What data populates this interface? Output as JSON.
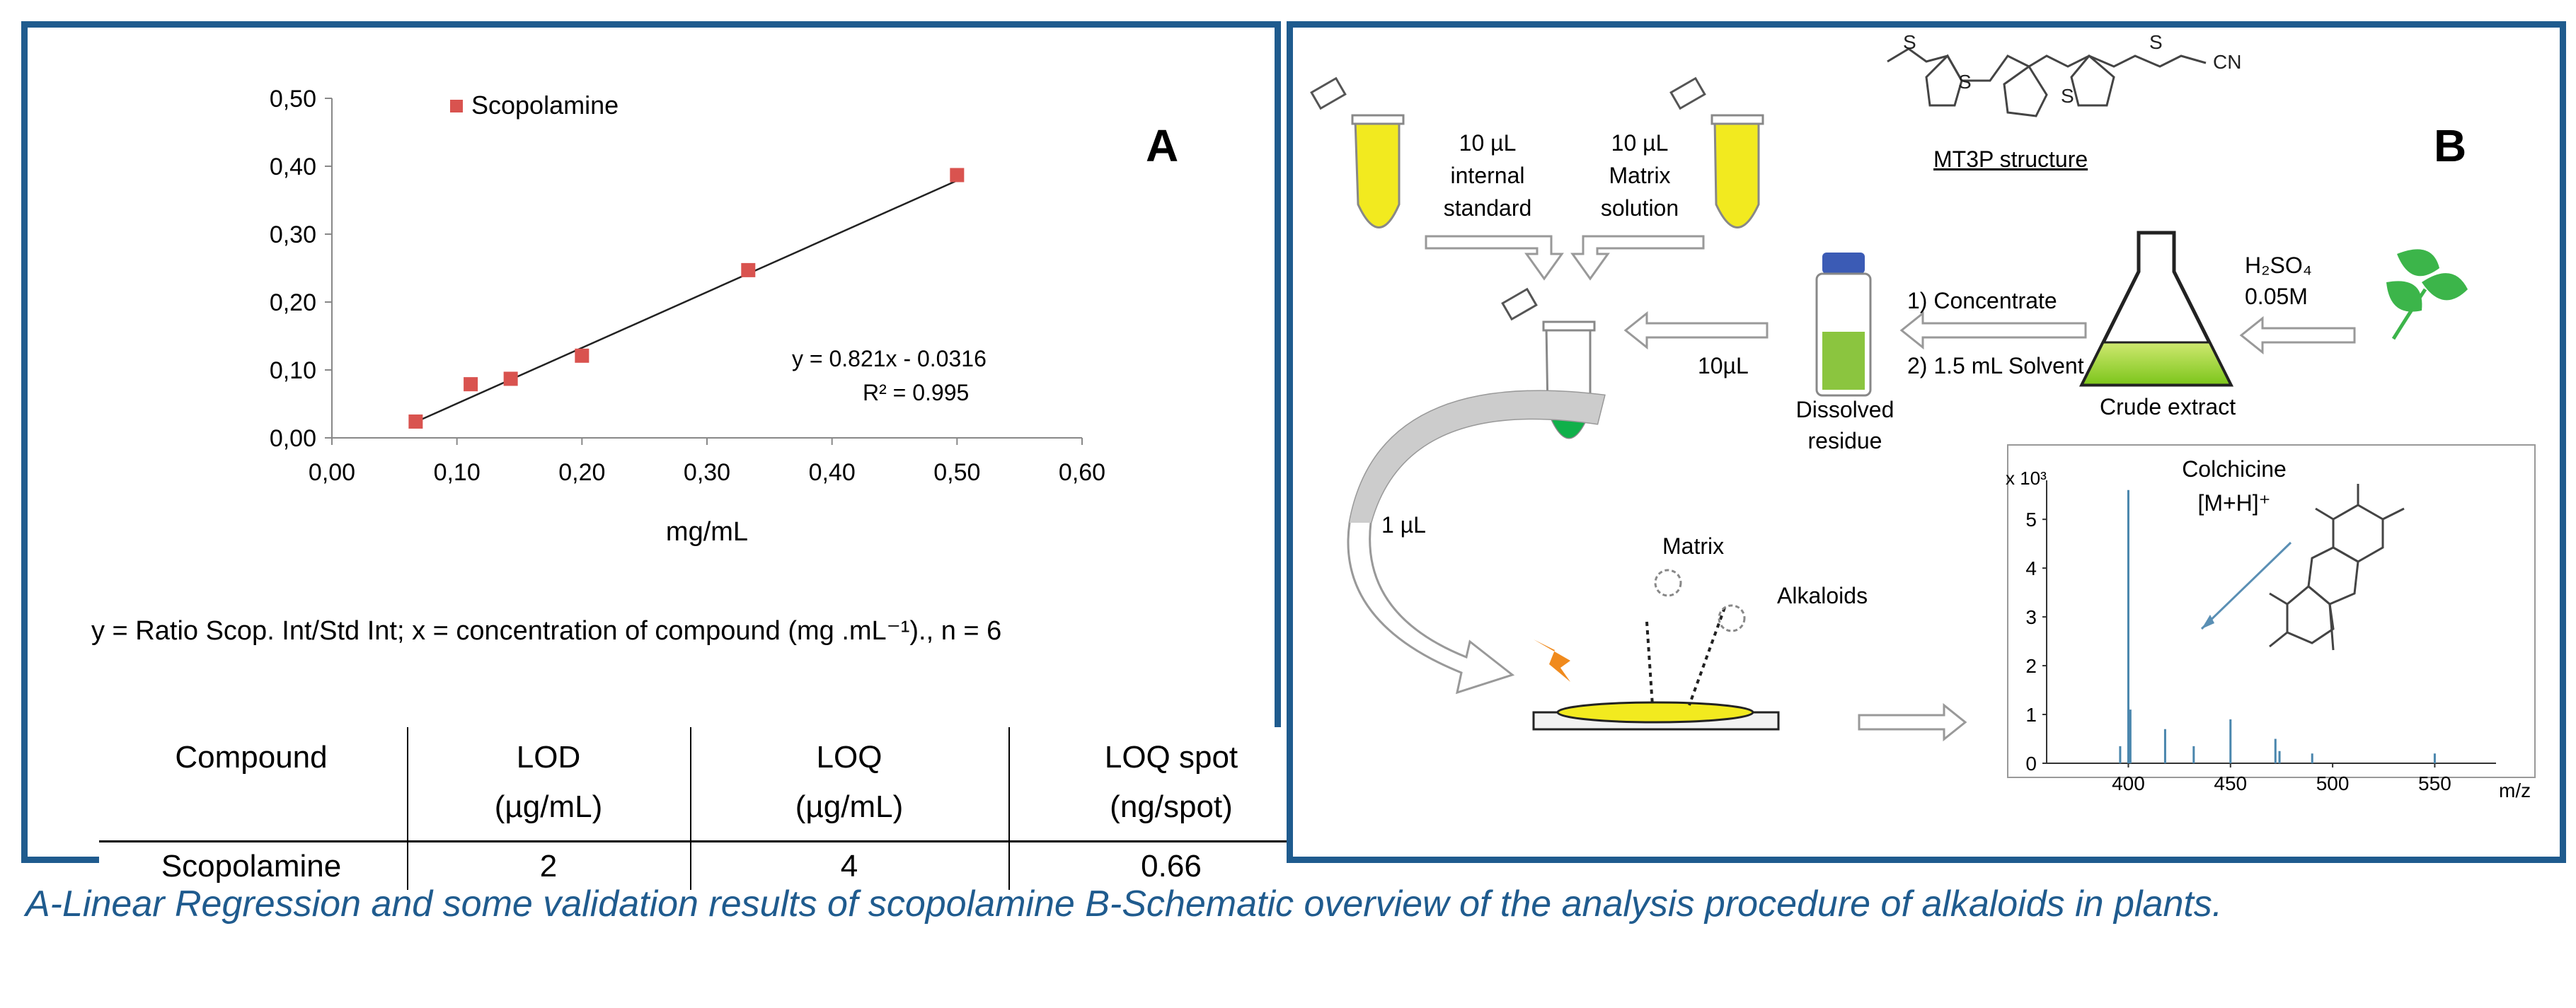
{
  "panel_a": {
    "label": "A",
    "legend": "Scopolamine",
    "equation": "y = 0.821x - 0.0316",
    "r2": "R² = 0.995",
    "footnote": "y = Ratio Scop. Int/Std Int; x = concentration of compound (mg .mL⁻¹)., n = 6",
    "table": {
      "headers": [
        {
          "l1": "Compound",
          "l2": ""
        },
        {
          "l1": "LOD",
          "l2": "(µg/mL)"
        },
        {
          "l1": "LOQ",
          "l2": "(µg/mL)"
        },
        {
          "l1": "LOQ spot",
          "l2": "(ng/spot)"
        }
      ],
      "rows": [
        [
          "Scopolamine",
          "2",
          "4",
          "0.66"
        ]
      ]
    }
  },
  "chart_data": {
    "type": "scatter",
    "xlabel": "mg/mL",
    "ylabel": "",
    "xlim": [
      0.0,
      0.6
    ],
    "ylim": [
      0.0,
      0.5
    ],
    "x_ticks": [
      "0,00",
      "0,10",
      "0,20",
      "0,30",
      "0,40",
      "0,50",
      "0,60"
    ],
    "y_ticks": [
      "0,00",
      "0,10",
      "0,20",
      "0,30",
      "0,40",
      "0,50"
    ],
    "series": [
      {
        "name": "Scopolamine",
        "color": "#d9534f",
        "x": [
          0.067,
          0.111,
          0.143,
          0.2,
          0.333,
          0.5
        ],
        "y": [
          0.024,
          0.079,
          0.087,
          0.121,
          0.247,
          0.387
        ]
      }
    ],
    "trendline": {
      "slope": 0.821,
      "intercept": -0.0316,
      "x_range": [
        0.067,
        0.5
      ]
    },
    "legend_position": "top-left",
    "grid": false
  },
  "panel_b": {
    "label": "B",
    "mt3p_label": "MT3P structure",
    "mt3p_cn": "CN",
    "mt3p_s": [
      "S",
      "S",
      "S",
      "S"
    ],
    "internal_standard": [
      "10 µL",
      "internal",
      "standard"
    ],
    "matrix_solution": [
      "10 µL",
      "Matrix",
      "solution"
    ],
    "h2so4": "H₂SO₄",
    "h2so4_conc": "0.05M",
    "concentrate": "1) Concentrate",
    "solvent": "2) 1.5 mL Solvent",
    "ten_ul": "10µL",
    "dissolved": [
      "Dissolved",
      "residue"
    ],
    "crude_extract": "Crude extract",
    "one_ul": "1 µL",
    "matrix": "Matrix",
    "alkaloids": "Alkaloids",
    "spectrum": {
      "y_unit": "x 10³",
      "y_ticks": [
        "0",
        "1",
        "2",
        "3",
        "4",
        "5"
      ],
      "x_ticks": [
        "400",
        "450",
        "500",
        "550"
      ],
      "x_unit": "m/z",
      "peak_label": [
        "Colchicine",
        "[M+H]⁺"
      ],
      "peaks": [
        {
          "mz": 400,
          "h": 5.6
        },
        {
          "mz": 401,
          "h": 1.1
        },
        {
          "mz": 396,
          "h": 0.35
        },
        {
          "mz": 418,
          "h": 0.7
        },
        {
          "mz": 432,
          "h": 0.35
        },
        {
          "mz": 450,
          "h": 0.9
        },
        {
          "mz": 472,
          "h": 0.5
        },
        {
          "mz": 474,
          "h": 0.25
        },
        {
          "mz": 490,
          "h": 0.2
        },
        {
          "mz": 550,
          "h": 0.2
        }
      ]
    }
  },
  "caption": "A-Linear Regression and some validation results of scopolamine B-Schematic overview of the analysis procedure of alkaloids in plants."
}
